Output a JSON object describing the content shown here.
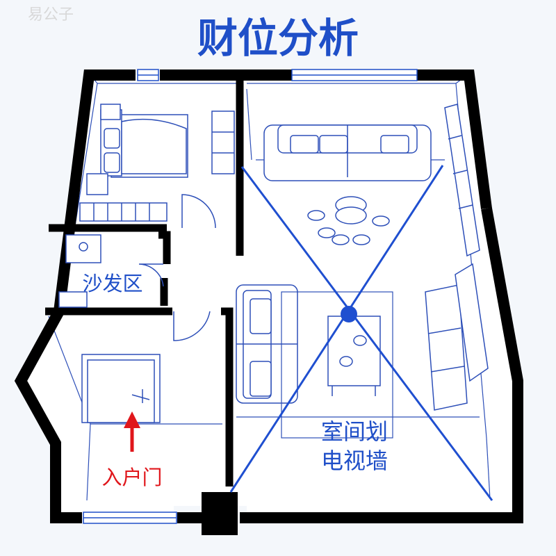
{
  "watermark": "易公子",
  "title": "财位分析",
  "labels": {
    "sofa_area": "沙发区",
    "entrance": "入户门",
    "living_room_line1": "室间划",
    "living_room_line2": "电视墙"
  },
  "colors": {
    "title": "#1f4fc8",
    "wall": "#000000",
    "line": "#1f4fd0",
    "furniture": "#2d4fb8",
    "entrance": "#e0161b",
    "background": "#f4f7fb"
  }
}
